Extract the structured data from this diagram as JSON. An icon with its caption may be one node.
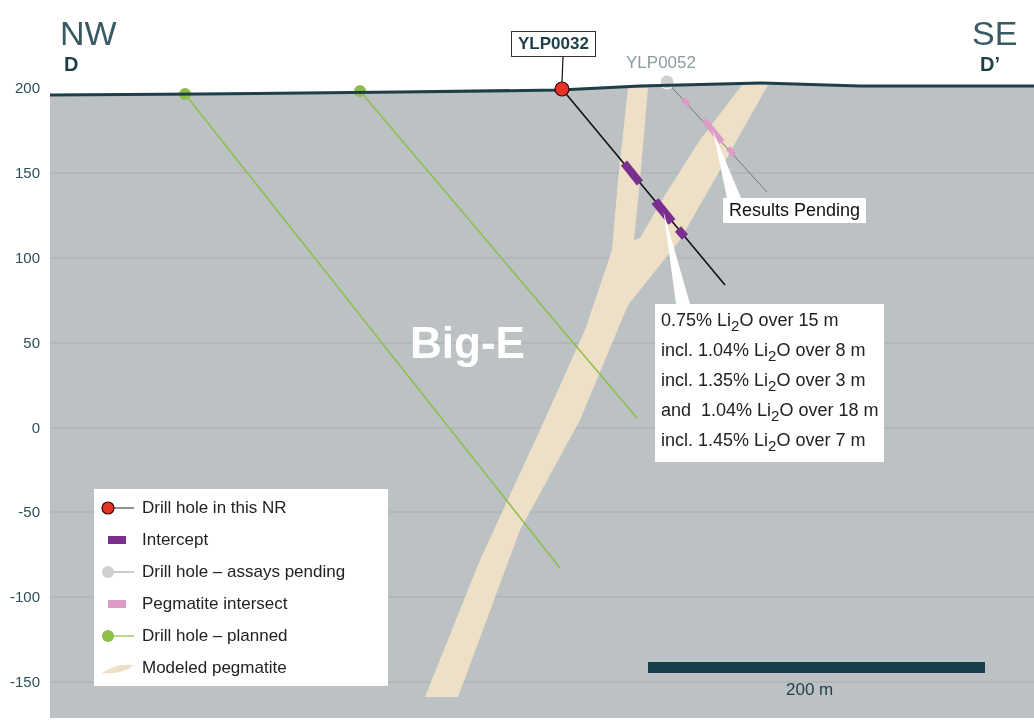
{
  "diagram": {
    "nodes": [
      {
        "text": [
          "YLP0032"
        ]
      },
      {
        "text": [],
        "shape": "circle"
      },
      {
        "text": [],
        "shape": "bar"
      },
      {
        "text": [],
        "shape": "bar"
      },
      {
        "text": [],
        "shape": "bar"
      },
      {
        "text": [
          "Results Pending"
        ]
      },
      {
        "text": [],
        "shape": "bar"
      },
      {
        "text": [],
        "shape": "bar"
      },
      {
        "text": [],
        "shape": "bar"
      },
      {
        "text": [
          "0.75% Li$_{2}$O over 15 m",
          "incl. 1.04% Li$_{2}$O over 8 m",
          "incl. 1.35% Li$_{2}$O over 3 m",
          "and  1.04% Li$_{2}$O over 18 m",
          "incl. 1.45% Li$_{2}$O over 7 m"
        ]
      }
    ],
    "edges": [
      {
        "from": 0,
        "to": 1,
        "arrow": "none"
      },
      {
        "from": 5,
        "to": 3,
        "arrow": "none"
      },
      {
        "from": 9,
        "to": 7,
        "arrow": "none"
      }
    ],
    "labels": [
      "NW",
      "SE",
      "D",
      "YLP0052",
      "D’",
      "200",
      "150",
      "100",
      "50",
      "Big-E",
      "0",
      "-50",
      "-100",
      "-150",
      "200 m"
    ],
    "legend": [
      {
        "text": "Drill hole in this NR"
      },
      {
        "text": "Intercept",
        "color": "#7a2e8e"
      },
      {
        "text": "Drill hole – assays pending"
      },
      {
        "text": "Pegmatite intersect",
        "color": "#dc9cc6"
      },
      {
        "text": "Drill hole – planned"
      },
      {
        "text": "Modeled pegmatite"
      }
    ]
  }
}
